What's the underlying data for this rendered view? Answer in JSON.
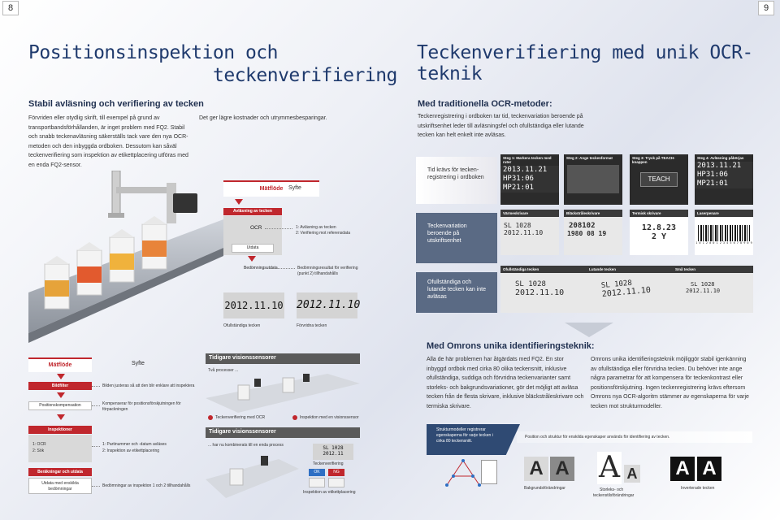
{
  "page": {
    "left_num": "8",
    "right_num": "9"
  },
  "left": {
    "title_line1": "Positionsinspektion och",
    "title_line2": "teckenverifiering",
    "subhead": "Stabil avläsning och verifiering av tecken",
    "intro": "Förvriden eller otydlig skrift, till exempel på grund av transportbandsförhållanden, är inget problem med FQ2. Stabil och snabb teckenavläsning säkerställs tack vare den nya OCR-metoden och den inbyggda ordboken. Dessutom kan såväl teckenverifiering som inspektion av etikettplacering utföras med en enda FQ2-sensor.",
    "cost_note": "Det ger lägre kostnader och utrymmesbesparingar.",
    "flow": {
      "header_left": "Mätflöde",
      "header_right": "Syfte",
      "step1": "Avläsning av tecken",
      "ocr": "OCR",
      "ocr_desc1": "1: Avläsning av tecken",
      "ocr_desc2": "2: Verifiering mot referensdata",
      "output": "Utdata",
      "judge": "Bedömningsutdata",
      "judge_desc1": "Bedömningsresultat för verifiering",
      "judge_desc2": "(punkt 2) tillhandahålls",
      "sample1": "2012.11.10",
      "sample2": "2012.11.10",
      "cap1": "Ofullständiga tecken",
      "cap2": "Förvridna tecken"
    },
    "flow2": {
      "header_left": "Mätflöde",
      "header_right": "Syfte",
      "s1": "Bildfilter",
      "s1_desc": "Bilden justeras så att den blir enklare att inspektera",
      "s2": "Positionskompensation",
      "s2_desc1": "Kompenserar för positionsförskjutningen för",
      "s2_desc2": "förpackningen",
      "s3": "Inspektioner",
      "s3_a": "1: OCR",
      "s3_b": "2: Sök",
      "s3_desc1": "1: Partinummer och -datum avläses",
      "s3_desc2": "2: Inspektion av etikettplacering",
      "s4": "Beräkningar och utdata",
      "s5_1": "Utdata med enskilda",
      "s5_2": "bedömningar",
      "s5_desc": "Bedömningar av inspektion 1 och 2 tillhandahålls"
    },
    "prev": {
      "title": "Tidigare visionssensorer",
      "two_proc": "Två processer ...",
      "leg1": "Teckenverifiering med OCR",
      "leg2": "Inspektion med en visionssensor",
      "current_title": "Tidigare visionssensorer",
      "combined": "... har nu kombinerats till en enda process",
      "sample_lot": "SL 1028",
      "sample_date": "2012.11",
      "tv": "Teckenverifiering",
      "ok": "OK",
      "ng": "NG",
      "insp": "Inspektion av etikettplacering"
    }
  },
  "right": {
    "title": "Teckenverifiering med unik OCR-teknik",
    "sub1": "Med traditionella OCR-metoder:",
    "trad_text": "Teckenregistrering i ordboken tar tid, teckenvariation beroende på utskriftsenhet leder till avläsningsfel och ofullständiga eller lutande tecken kan helt enkelt inte avläsas.",
    "row1_title": "Tid krävs för tecken-registrering i ordboken",
    "row1_steps": [
      "Steg 1: Markera tecken med ruter",
      "Steg 2: Ange teckenformat",
      "Steg 3: Tryck på TEACH-knappen",
      "Steg 4: Avläsning påbörjas"
    ],
    "row1_lcd": [
      "2013.11.21",
      "HP31:06",
      "MP21:01",
      "TEACH",
      "2013.11.21",
      "HP31:06",
      "MP21:01"
    ],
    "row2_title": "Teckenvariation beroende på utskriftsenhet",
    "row2_heads": [
      "Värmeskrivare",
      "Bläckstråleskrivare",
      "Termisk skrivare",
      "Laserpenare"
    ],
    "row2_vals": [
      "SL 1028",
      "2012.11.10",
      "208102",
      "1980 08 19",
      "12.8.23",
      "2 Y",
      "1 0 1 2 0 0 1 2 3 4 5 6 7 8 9 0 9"
    ],
    "row3_title": "Ofullständiga och lutande tecken kan inte avläsas",
    "row3_heads": [
      "Ofullständiga tecken",
      "Lutande tecken",
      "Små tecken"
    ],
    "row3_vals": [
      "SL 1028",
      "2012.11.10",
      "SL 1028",
      "2012.11.10",
      "SL 1028",
      "2012.11.10"
    ],
    "sub2": "Med Omrons unika identifieringsteknik:",
    "omron_col1": "Alla de här problemen har åtgärdats med FQ2. En stor inbyggd ordbok med cirka 80 olika teckensnitt, inklusive ofullständiga, suddiga och förvridna teckenvarianter samt storleks- och bakgrundsvariationer, gör det möjligt att avläsa tecken från de flesta skrivare, inklusive bläckstråleskrivare och termiska skrivare.",
    "omron_col2": "Omrons unika identifieringsteknik möjliggör stabil igenkänning av ofullständiga eller förvridna tecken. Du behöver inte ange några parametrar för att kompensera för teckenkontrast eller positionsförskjutning. Ingen teckenregistrering krävs eftersom Omrons nya OCR-algoritm stämmer av egenskaperna för varje tecken mot strukturmodeller.",
    "struct_text1": "Strukturmodeller registrerar",
    "struct_text2": "egenskaperna för varje tecken i",
    "struct_text3": "cirka 80 teckensnitt.",
    "pos_text": "Position och struktur för enskilda egenskaper används för identifiering av tecken.",
    "cap_bg": "Bakgrundsförändringar",
    "cap_size1": "Storleks- och",
    "cap_size2": "teckenstilsförändringar",
    "cap_inv": "Inverterade tecken",
    "letter": "A"
  }
}
